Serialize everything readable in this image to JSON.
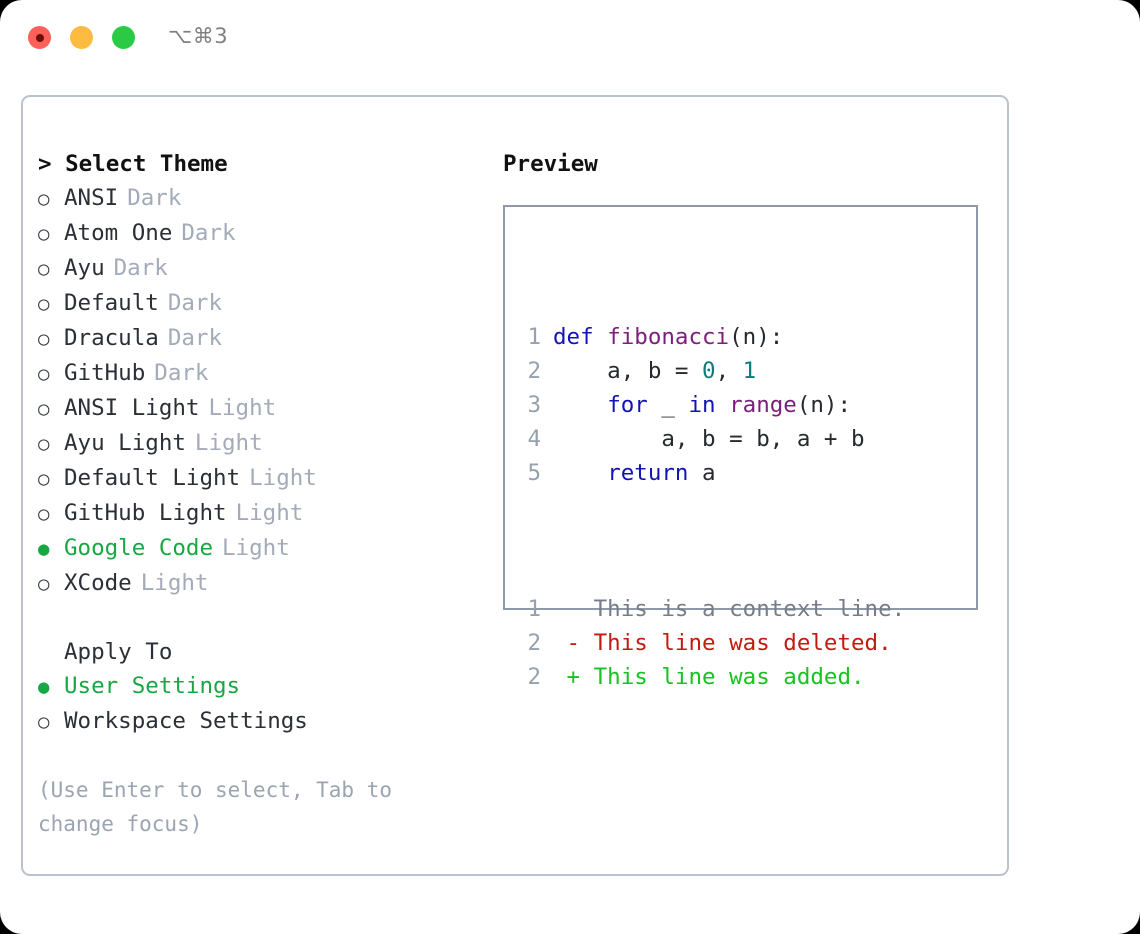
{
  "window": {
    "title": "⌥⌘3",
    "controls": [
      {
        "name": "close",
        "color": "#fc6058"
      },
      {
        "name": "minimize",
        "color": "#fdbc40"
      },
      {
        "name": "maximize",
        "color": "#2aca44"
      }
    ]
  },
  "theme_picker": {
    "heading": "> Select Theme",
    "caret": ">",
    "heading_text": "Select Theme",
    "bullet_unselected": "○",
    "bullet_selected": "●",
    "items": [
      {
        "label": "ANSI",
        "tag": "Dark",
        "selected": false
      },
      {
        "label": "Atom One",
        "tag": "Dark",
        "selected": false
      },
      {
        "label": "Ayu",
        "tag": "Dark",
        "selected": false
      },
      {
        "label": "Default",
        "tag": "Dark",
        "selected": false
      },
      {
        "label": "Dracula",
        "tag": "Dark",
        "selected": false
      },
      {
        "label": "GitHub",
        "tag": "Dark",
        "selected": false
      },
      {
        "label": "ANSI Light",
        "tag": "Light",
        "selected": false
      },
      {
        "label": "Ayu Light",
        "tag": "Light",
        "selected": false
      },
      {
        "label": "Default Light",
        "tag": "Light",
        "selected": false
      },
      {
        "label": "GitHub Light",
        "tag": "Light",
        "selected": false
      },
      {
        "label": "Google Code",
        "tag": "Light",
        "selected": true
      },
      {
        "label": "XCode",
        "tag": "Light",
        "selected": false
      }
    ]
  },
  "apply_to": {
    "heading": "Apply To",
    "items": [
      {
        "label": "User Settings",
        "selected": true
      },
      {
        "label": "Workspace Settings",
        "selected": false
      }
    ]
  },
  "hint": "(Use Enter to select, Tab to change focus)",
  "preview": {
    "title": "Preview",
    "code_lines": [
      {
        "num": "1",
        "tokens": [
          {
            "t": "def",
            "c": "kw"
          },
          {
            "t": " ",
            "c": "pl"
          },
          {
            "t": "fibonacci",
            "c": "fn"
          },
          {
            "t": "(n):",
            "c": "pl"
          }
        ]
      },
      {
        "num": "2",
        "tokens": [
          {
            "t": "    a, b = ",
            "c": "pl"
          },
          {
            "t": "0",
            "c": "num"
          },
          {
            "t": ", ",
            "c": "pl"
          },
          {
            "t": "1",
            "c": "num"
          }
        ]
      },
      {
        "num": "3",
        "tokens": [
          {
            "t": "    ",
            "c": "pl"
          },
          {
            "t": "for",
            "c": "kw"
          },
          {
            "t": " _ ",
            "c": "pl"
          },
          {
            "t": "in",
            "c": "kw"
          },
          {
            "t": " ",
            "c": "pl"
          },
          {
            "t": "range",
            "c": "fn"
          },
          {
            "t": "(n):",
            "c": "pl"
          }
        ]
      },
      {
        "num": "4",
        "tokens": [
          {
            "t": "        a, b = b, a + b",
            "c": "pl"
          }
        ]
      },
      {
        "num": "5",
        "tokens": [
          {
            "t": "    ",
            "c": "pl"
          },
          {
            "t": "return",
            "c": "kw"
          },
          {
            "t": " a",
            "c": "pl"
          }
        ]
      }
    ],
    "diff_lines": [
      {
        "num": "1",
        "sign": " ",
        "text": "This is a context line.",
        "kind": "d-ctx"
      },
      {
        "num": "2",
        "sign": "-",
        "text": "This line was deleted.",
        "kind": "d-del"
      },
      {
        "num": "2",
        "sign": "+",
        "text": "This line was added.",
        "kind": "d-add"
      }
    ]
  },
  "colors": {
    "accent_green": "#17a843",
    "muted": "#a3abb8",
    "hint": "#9aa4b2",
    "keyword": "#1414b4",
    "function": "#7b1f7b",
    "number": "#0d7b7b",
    "diff_add": "#17c221",
    "diff_del": "#c21b0f",
    "panel_border": "#b9c2ce",
    "preview_border": "#8e98a8"
  }
}
